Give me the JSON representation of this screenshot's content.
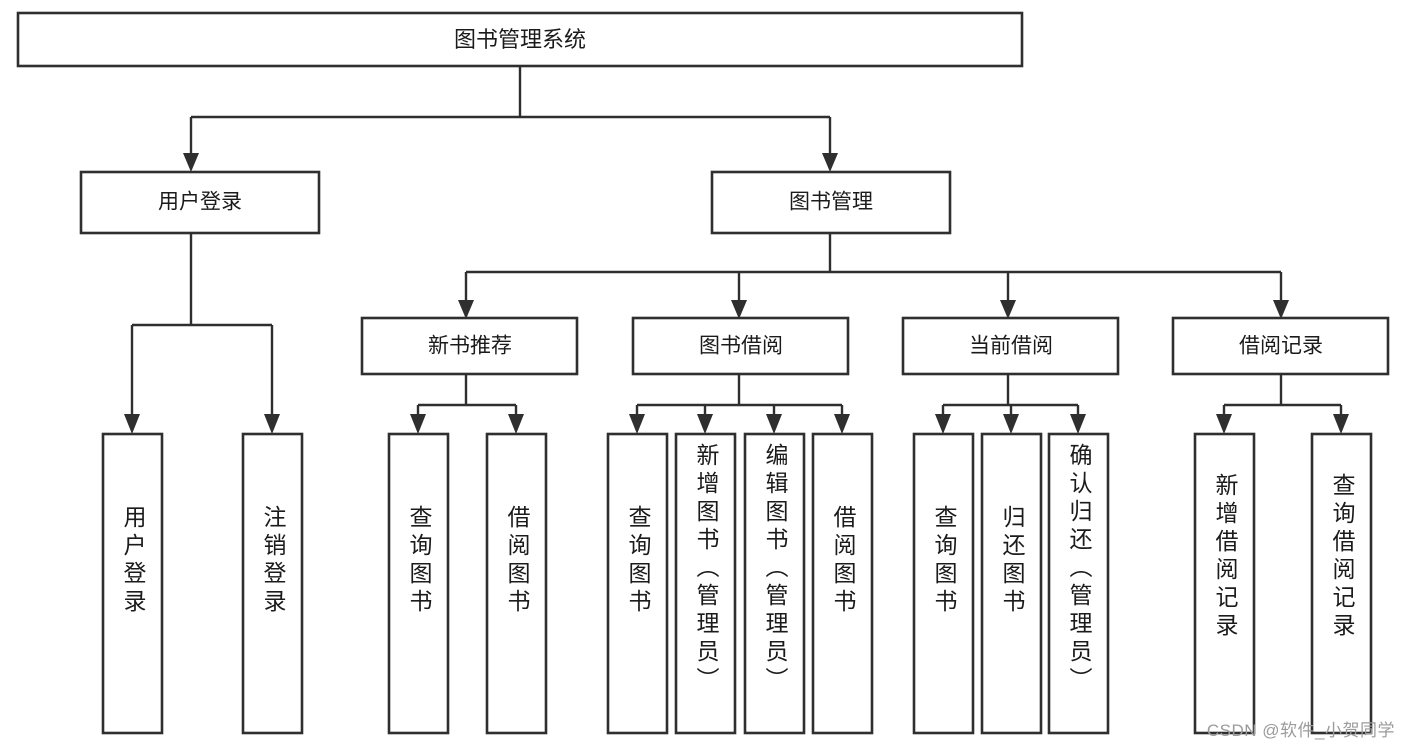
{
  "diagram": {
    "title": "图书管理系统",
    "watermark": "CSDN @软件_小贺同学",
    "type": "tree-hierarchy-chart",
    "colors": {
      "stroke": "#2f2f2f",
      "fill": "#ffffff",
      "text": "#1b1b1b",
      "watermark": "#9b9b9b"
    },
    "root": {
      "label": "图书管理系统"
    },
    "level2": [
      {
        "label": "用户登录"
      },
      {
        "label": "图书管理"
      }
    ],
    "level3": [
      {
        "label": "新书推荐"
      },
      {
        "label": "图书借阅"
      },
      {
        "label": "当前借阅"
      },
      {
        "label": "借阅记录"
      }
    ],
    "leaves": {
      "user_login": [
        {
          "label": "用户登录"
        },
        {
          "label": "注销登录"
        }
      ],
      "new_book_recommend": [
        {
          "label": "查询图书"
        },
        {
          "label": "借阅图书"
        }
      ],
      "book_borrow": [
        {
          "label": "查询图书"
        },
        {
          "label": "新增图书（管理员）"
        },
        {
          "label": "编辑图书（管理员）"
        },
        {
          "label": "借阅图书"
        }
      ],
      "current_borrow": [
        {
          "label": "查询图书"
        },
        {
          "label": "归还图书"
        },
        {
          "label": "确认归还（管理员）"
        }
      ],
      "borrow_record": [
        {
          "label": "新增借阅记录"
        },
        {
          "label": "查询借阅记录"
        }
      ]
    }
  }
}
